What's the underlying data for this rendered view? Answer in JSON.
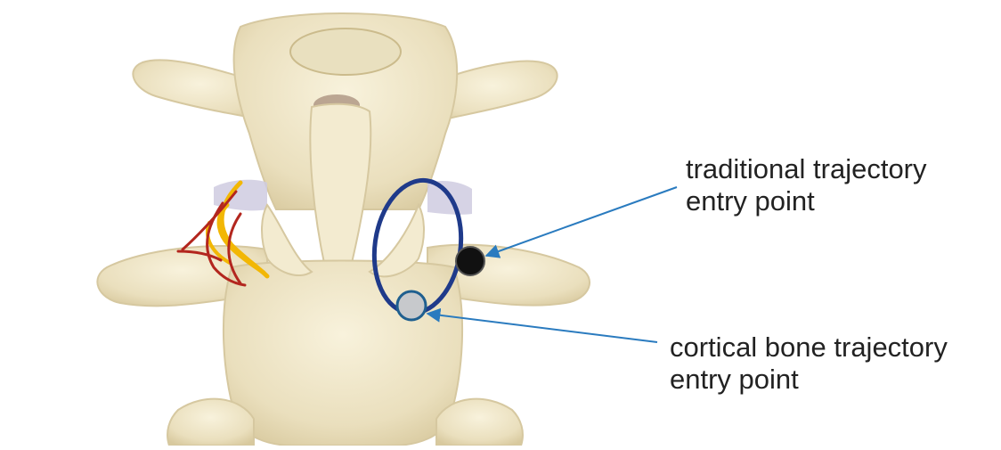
{
  "labels": {
    "traditional": {
      "line1": "traditional trajectory",
      "line2": "entry point"
    },
    "cortical": {
      "line1": "cortical bone trajectory",
      "line2": "entry point"
    }
  },
  "colors": {
    "bone": "#efe6c8",
    "bone_shadow": "#d6c8a0",
    "disc": "#cfcbe0",
    "ellipse": "#1f3a8a",
    "arrow": "#2a7bbf",
    "traditional_marker": "#111111",
    "cortical_marker": "#c7c9cc",
    "nerve_yellow": "#f2b705",
    "nerve_red": "#b3261e"
  }
}
